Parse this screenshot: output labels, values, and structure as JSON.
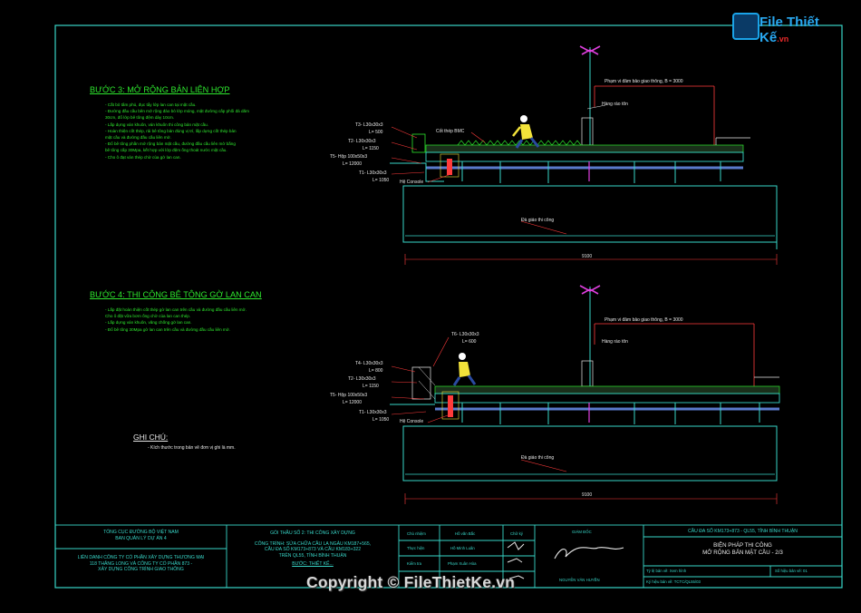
{
  "brand": {
    "name": "File Thiết Kế",
    "domain": ".vn"
  },
  "copyright": "Copyright © FileThietKe.vn",
  "step3": {
    "title": "BƯỚC 3: MỞ RỘNG BẢN LIÊN HỢP",
    "bullets": [
      "- Cắt bỏ tấm phủ, đục tẩy lớp lan can tại mặt cầu.",
      "- Đường đầu cầu bên mở rộng đào bỏ lớp móng, mặt đường cấp phối đá dăm",
      "30cm, đổ lớp bê tông đệm dày 10cm.",
      "- Lắp dựng ván khuôn, ván khuôn thi công bản mặt cầu.",
      "- Hoàn thiện cốt thép, rải bê tông bản đúng vị trí, lắp dựng cốt thép bản",
      "mặt cầu và đường đầu cầu liên mở.",
      "- Đổ bê tông phần mở rộng bản mặt cầu, đường đầu cầu liên mở bằng",
      "bê tông cấp 30Mpa, kết hợp với lớp đệm ống thoát nước mặt cầu.",
      "- Cho ô đạt ván thép chờ của gờ lan can."
    ],
    "labels": {
      "t3": "T3- L30x30x3",
      "t3len": "L= 500",
      "t2": "T2- L30x30x3",
      "t2len": "L= 1150",
      "t5": "T5- Hộp 100x50x3",
      "t5len": "L= 12000",
      "t1": "T1- L30x30x3",
      "t1len": "L= 1050",
      "console": "Hệ Console",
      "rebar": "Cốt thép BMC",
      "traffic": "Phạm vi đảm bảo giao thông, B = 3000",
      "barrier": "Hàng rào tôn",
      "ground": "Đà giáo thi công",
      "dim": "9100"
    }
  },
  "step4": {
    "title": "BƯỚC 4: THI CÔNG BÊ TÔNG GỜ LAN CAN",
    "bullets": [
      "- Lắp đặt hoàn thiện cốt thép gờ lan can trên cầu và đường đầu cầu liên mở.",
      "Cho ô đặt vữa bơm ống chờ của lan can thép.",
      "- Lắp dựng ván khuôn, văng chống gờ lan can.",
      "- Đổ bê tông 30Mpa gờ lan can trên cầu và đường đầu cầu liên mở."
    ],
    "labels": {
      "t6": "T6- L30x30x3",
      "t6len": "L= 600",
      "t4": "T4- L30x30x3",
      "t4len": "L= 800",
      "t2": "T2- L30x30x3",
      "t2len": "L= 1150",
      "t5": "T5- Hộp 100x50x3",
      "t5len": "L= 12000",
      "t1": "T1- L30x30x3",
      "t1len": "L= 1050",
      "console": "Hệ Console",
      "traffic": "Phạm vi đảm bảo giao thông, B = 3000",
      "barrier": "Hàng rào tôn",
      "ground": "Đà giáo thi công",
      "dim": "9100"
    }
  },
  "note": {
    "title": "GHI CHÚ:",
    "text": "- Kích thước trong bản vẽ đơn vị ghi là mm."
  },
  "titleblock": {
    "org1": "TỔNG CỤC ĐƯỜNG BỘ VIỆT NAM",
    "org2": "BAN QUẢN LÝ DỰ ÁN 4",
    "contractor1": "LIÊN DANH CÔNG TY CỔ PHẦN XÂY DỰNG THƯƠNG MẠI",
    "contractor2": "118 THĂNG LONG VÀ CÔNG TY CỔ PHẦN 873 -",
    "contractor3": "XÂY DỰNG CÔNG TRÌNH GIAO THÔNG",
    "package": "GÓI THẦU SỐ 2: THI CÔNG XÂY DỰNG",
    "project1": "CÔNG TRÌNH: SỬA CHỮA CẦU LA NGÂU KM187+565,",
    "project2": "CẦU ĐA SỐ KM173+873 VÀ CẦU KM183+322",
    "project3": "TRÊN QL55, TỈNH BÌNH THUẬN",
    "phase": "BƯỚC: THIẾT KẾ...",
    "roles": [
      "Chủ nhiệm",
      "Thực hiện",
      "Kiểm tra"
    ],
    "names": [
      "Hồ văn Bắc",
      "Hồ Minh Luân",
      "Phạm Xuân Hòa"
    ],
    "sig_header": "Chữ ký",
    "director": "GIÁM ĐỐC",
    "director_name": "NGUYỄN VĂN HUYỀN",
    "bridge": "CẦU ĐA SỐ KM173+873 - QL55, TỈNH BÌNH THUẬN",
    "drawing1": "BIỆN PHÁP THI CÔNG",
    "drawing2": "MỞ RỘNG BẢN MẶT CẦU - 2/3",
    "scale": "Tỷ lệ bản vẽ: Xem hình",
    "sheet": "Số hiệu bản vẽ: 01",
    "code": "Ký hiệu bản vẽ: TCTC/QL55/03"
  },
  "colors": {
    "frame": "#38d6c8",
    "text": "#2ee82e",
    "dim": "#ff3b3b",
    "beam": "#5a7acc"
  }
}
